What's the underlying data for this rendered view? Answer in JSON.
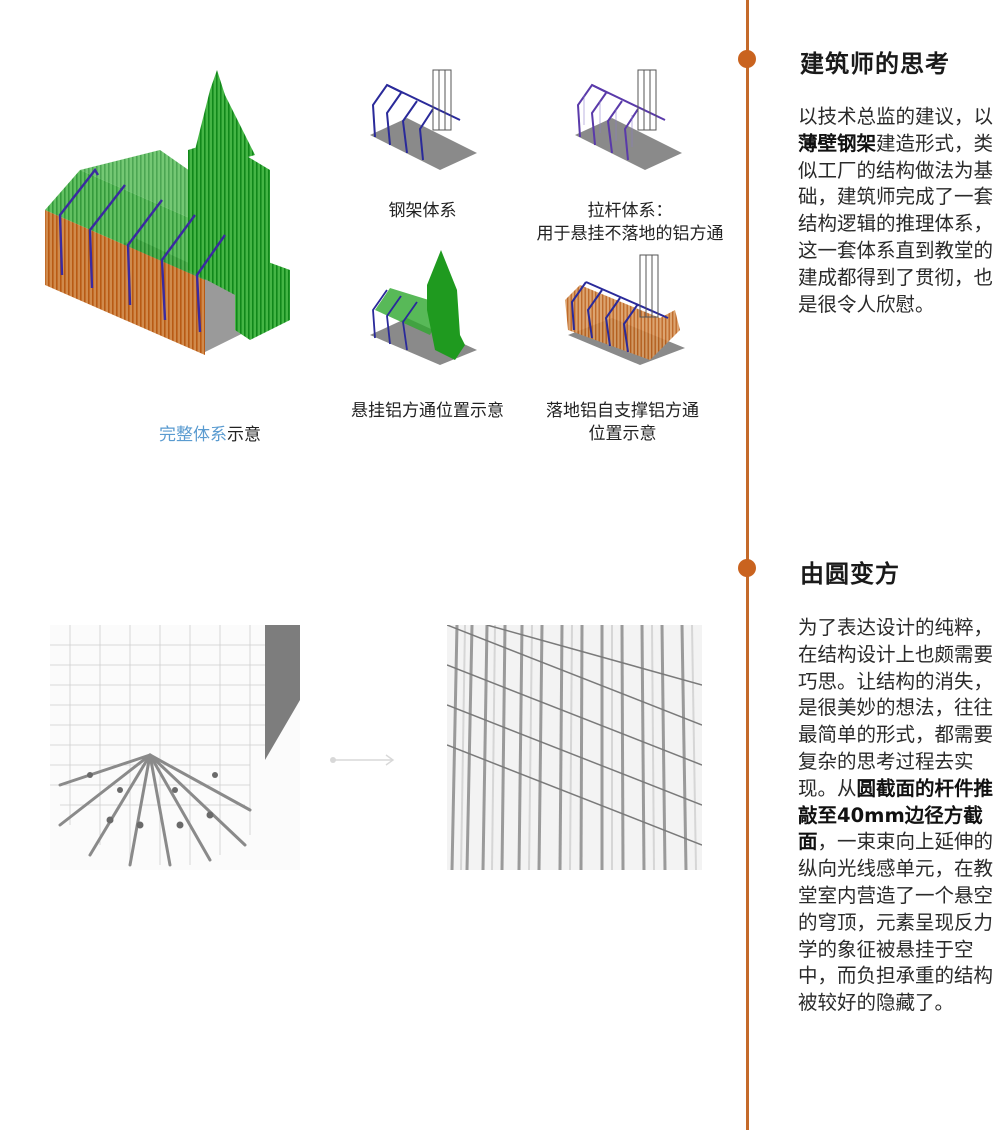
{
  "timeline": {
    "color": "#c46a2a",
    "dot_color": "#c9631f"
  },
  "section1": {
    "heading": "建筑师的思考",
    "paragraph": {
      "pre": "以技术总监的建议，以",
      "bold": "薄壁钢架",
      "post": "建造形式，类似工厂的结构做法为基础，建筑师完成了一套结构逻辑的推理体系，这一套体系直到教堂的建成都得到了贯彻，也是很令人欣慰。"
    }
  },
  "section2": {
    "heading": "由圆变方",
    "paragraph": {
      "pre": "为了表达设计的纯粹，在结构设计上也颇需要巧思。让结构的消失，是很美妙的想法，往往最简单的形式，都需要复杂的思考过程去实现。从",
      "bold": "圆截面的杆件推敲至40mm边径方截面",
      "post": "，一束束向上延伸的纵向光线感单元，在教堂室内营造了一个悬空的穹顶，元素呈现反力学的象征被悬挂于空中，而负担承重的结构被较好的隐藏了。"
    }
  },
  "figures": {
    "complete": {
      "caption_blue": "完整体系",
      "caption_rest": "示意"
    },
    "steel_frame": {
      "caption": "钢架体系"
    },
    "tie_rod": {
      "caption_line1": "拉杆体系：",
      "caption_line2": "用于悬挂不落地的铝方通"
    },
    "suspended": {
      "caption": "悬挂铝方通位置示意"
    },
    "grounded": {
      "caption_line1": "落地铝自支撑铝方通",
      "caption_line2": "位置示意"
    }
  },
  "colors": {
    "green": "#1f9a1f",
    "orange": "#c0661f",
    "steel_blue": "#2c2c8c",
    "floor": "#8a8a8a",
    "caption_blue": "#5a9bd0"
  },
  "bottom": {
    "arrow": "arrow-right-icon"
  }
}
